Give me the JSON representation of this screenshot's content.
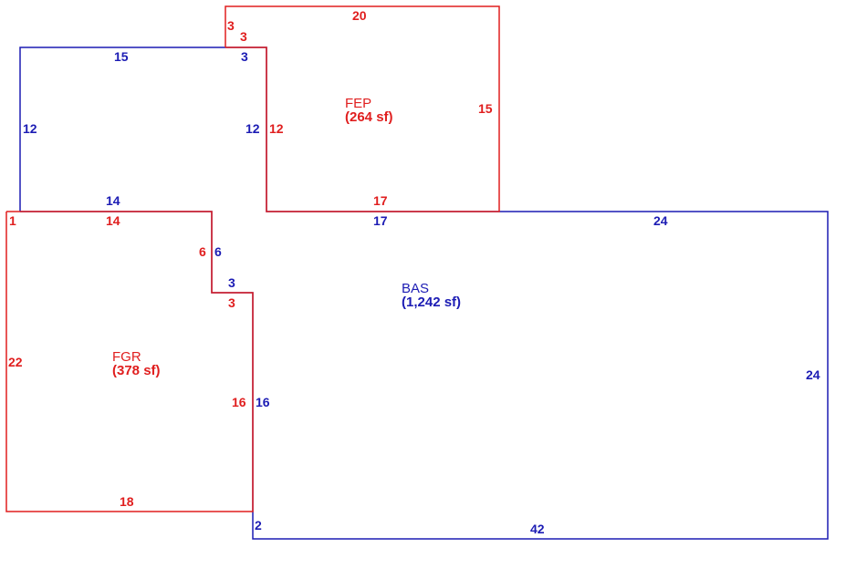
{
  "colors": {
    "red": "#e01e1e",
    "blue": "#1c1cb4"
  },
  "areas": {
    "fep": {
      "code": "FEP",
      "size": "(264 sf)",
      "color": "red"
    },
    "fgr": {
      "code": "FGR",
      "size": "(378 sf)",
      "color": "red"
    },
    "bas": {
      "code": "BAS",
      "size": "(1,242 sf)",
      "color": "blue"
    }
  },
  "dimensions": {
    "fep_top": "20",
    "fep_left_upper": "3",
    "fep_notch": "3",
    "fep_right": "15",
    "fep_left": "12",
    "fep_bottom": "17",
    "bas_top_left_wing": "15",
    "bas_notch_top": "3",
    "bas_left_wing_side": "12",
    "bas_right_of_wing": "12",
    "bas_wing_bottom": "14",
    "bas_top_middle": "17",
    "bas_top_right": "24",
    "bas_right": "24",
    "bas_bottom": "42",
    "bas_bottom_left": "2",
    "bas_step_side": "6",
    "bas_step_top": "3",
    "bas_lower_left": "16",
    "fgr_corner": "1",
    "fgr_top": "14",
    "fgr_step_side": "6",
    "fgr_step_top": "3",
    "fgr_left": "22",
    "fgr_right": "16",
    "fgr_bottom": "18"
  }
}
